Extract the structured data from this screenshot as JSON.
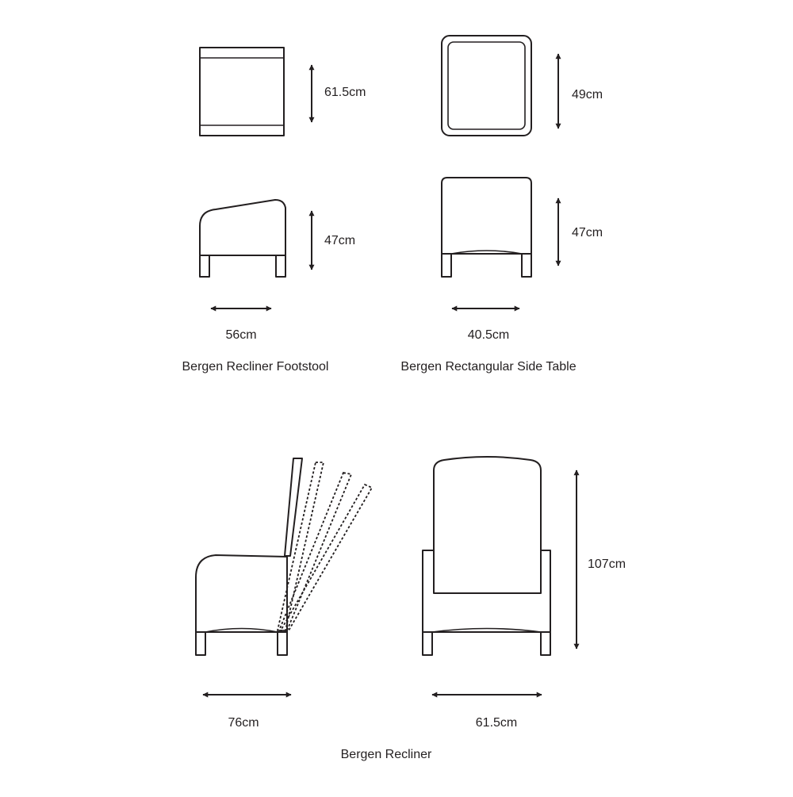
{
  "footstool": {
    "name": "Bergen Recliner Footstool",
    "depth": "61.5cm",
    "height": "47cm",
    "width": "56cm"
  },
  "side_table": {
    "name": "Bergen Rectangular Side Table",
    "depth": "49cm",
    "height": "47cm",
    "width": "40.5cm"
  },
  "recliner": {
    "name": "Bergen Recliner",
    "side_width": "76cm",
    "height": "107cm",
    "front_width": "61.5cm"
  },
  "colors": {
    "line": "#231f20",
    "background": "#ffffff"
  }
}
